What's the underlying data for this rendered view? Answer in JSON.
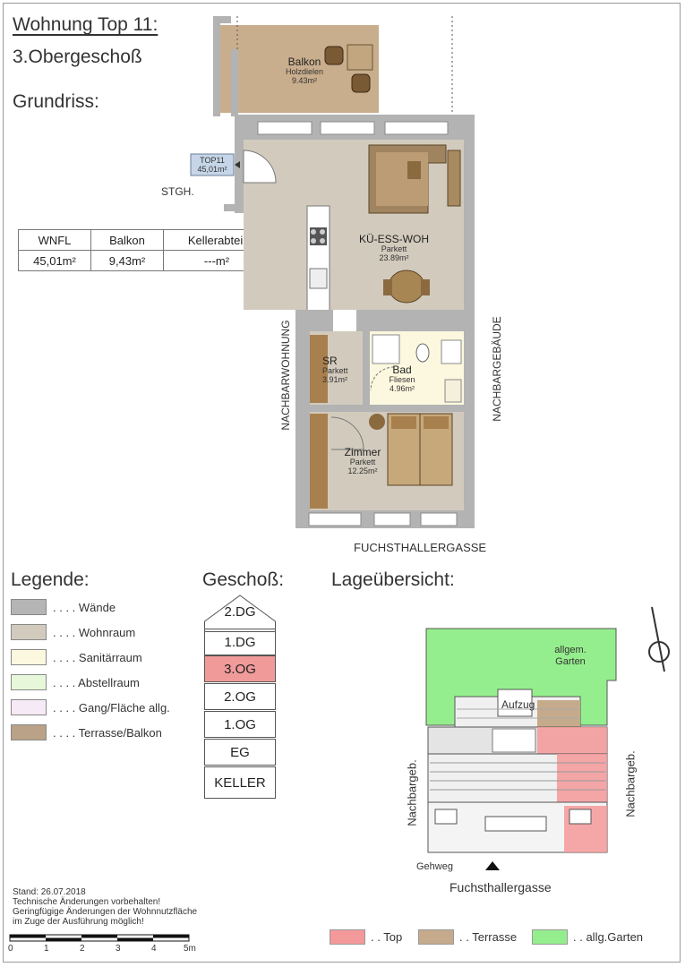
{
  "header": {
    "title": "Wohnung Top 11:",
    "floor": "3.Obergeschoß",
    "plan_heading": "Grundriss:"
  },
  "table": {
    "headers": [
      "WNFL",
      "Balkon",
      "Kellerabteil"
    ],
    "values": [
      "45,01m²",
      "9,43m²",
      "---m²"
    ]
  },
  "plan": {
    "balcony": {
      "name": "Balkon",
      "floor": "Holzdielen",
      "area": "9.43m²"
    },
    "entry_tag": {
      "top": "TOP11",
      "area": "45,01m²"
    },
    "stairs": "STGH.",
    "living": {
      "name": "KÜ-ESS-WOH",
      "floor": "Parkett",
      "area": "23.89m²"
    },
    "storage": {
      "name": "SR",
      "floor": "Parkett",
      "area": "3.91m²"
    },
    "bath": {
      "name": "Bad",
      "floor": "Fliesen",
      "area": "4.96m²"
    },
    "room": {
      "name": "Zimmer",
      "floor": "Parkett",
      "area": "12.25m²"
    },
    "left_neighbor": "NACHBARWOHNUNG",
    "right_neighbor": "NACHBARGEBÄUDE",
    "street": "FUCHSTHALLERGASSE"
  },
  "legend": {
    "heading": "Legende:",
    "items": [
      {
        "label": ". . . . Wände",
        "color": "#b5b5b5"
      },
      {
        "label": ". . . . Wohnraum",
        "color": "#d2cbbd"
      },
      {
        "label": ". . . . Sanitärraum",
        "color": "#fcf8df"
      },
      {
        "label": ". . . . Abstellraum",
        "color": "#e6f8d9"
      },
      {
        "label": ". . . . Gang/Fläche allg.",
        "color": "#f6eaf6"
      },
      {
        "label": ". . . . Terrasse/Balkon",
        "color": "#b9a287"
      }
    ]
  },
  "floors": {
    "heading": "Geschoß:",
    "items": [
      "2.DG",
      "1.DG",
      "3.OG",
      "2.OG",
      "1.OG",
      "EG",
      "KELLER"
    ],
    "active": "3.OG",
    "active_color": "#f09a9a"
  },
  "site": {
    "heading": "Lageübersicht:",
    "garden": "allgem.\nGarten",
    "elevator": "Aufzug",
    "left": "Nachbargeb.",
    "right": "Nachbargeb.",
    "sidewalk": "Gehweg",
    "street": "Fuchsthallergasse",
    "north": "N"
  },
  "footer": {
    "date": "Stand: 26.07.2018",
    "notes": [
      "Technische Änderungen vorbehalten!",
      "Geringfügige Änderungen der Wohnnutzfläche",
      "im Zuge der Ausführung möglich!"
    ],
    "scale_labels": [
      "0",
      "1",
      "2",
      "3",
      "4",
      "5m"
    ]
  },
  "site_legend": [
    {
      "label": ". . Top",
      "color": "#f4999a"
    },
    {
      "label": ". . Terrasse",
      "color": "#c5ab8c"
    },
    {
      "label": ". . allg.Garten",
      "color": "#95ee8d"
    }
  ]
}
